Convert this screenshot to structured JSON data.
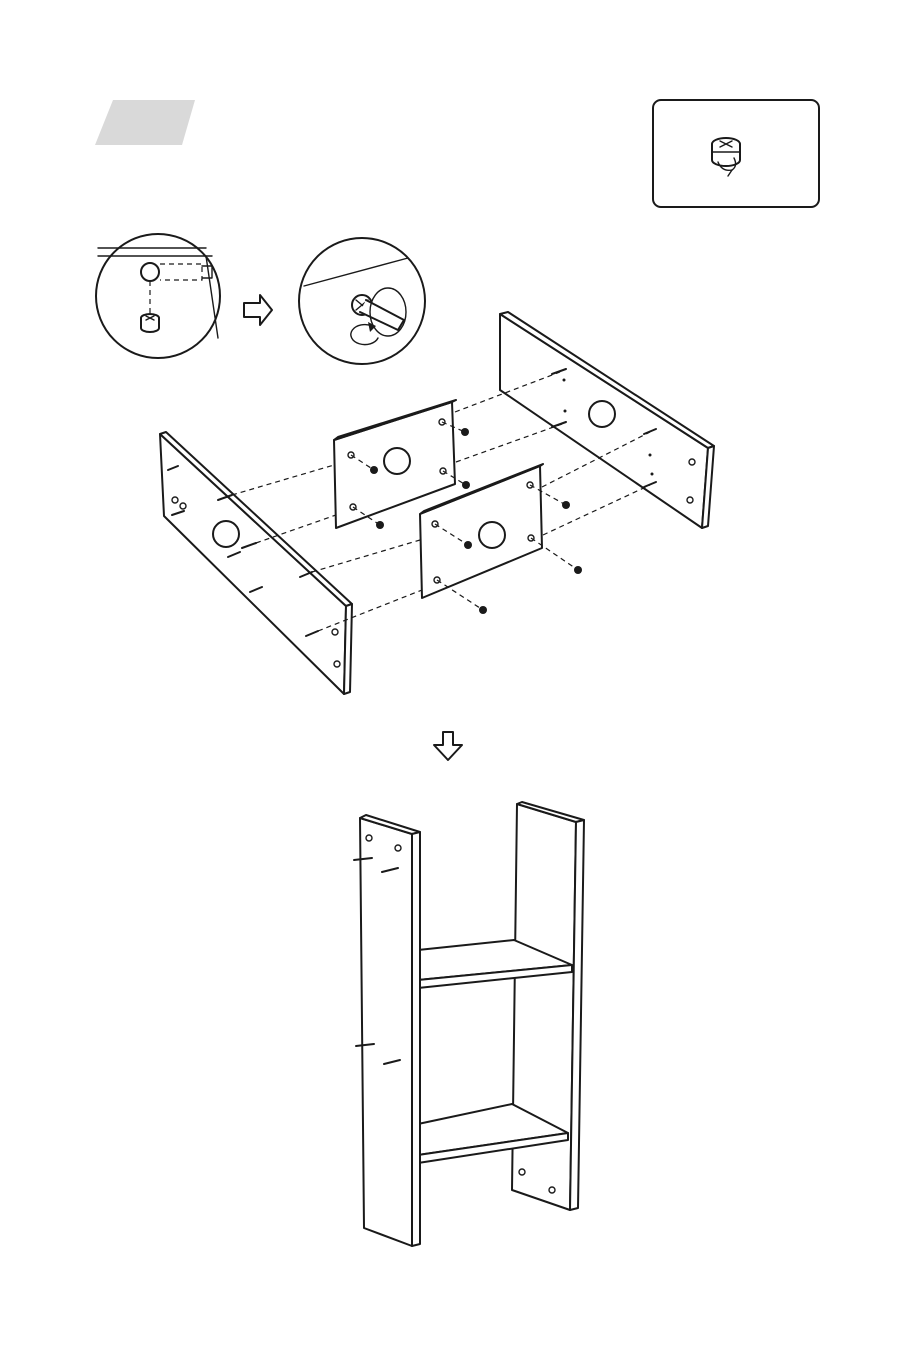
{
  "page": {
    "background": "#ffffff",
    "ink_color": "#1a1a1a",
    "step_badge_color": "#d9d9d9"
  },
  "step_badge": {
    "label": ""
  },
  "hardware_box": {
    "icon": "cam-lock-icon"
  },
  "detail_1": {
    "icon": "cam-lock-insert-icon"
  },
  "detail_arrow": {
    "icon": "arrow-right-icon"
  },
  "detail_2": {
    "icon": "screwdriver-turn-icon"
  },
  "exploded_view": {
    "panels": [
      {
        "name": "left-side-panel",
        "label": ""
      },
      {
        "name": "shelf-panel-upper",
        "label": ""
      },
      {
        "name": "shelf-panel-lower",
        "label": ""
      },
      {
        "name": "right-side-panel",
        "label": ""
      }
    ]
  },
  "result_arrow": {
    "icon": "arrow-down-icon"
  },
  "assembled_view": {
    "icon": "assembled-frame-icon"
  }
}
